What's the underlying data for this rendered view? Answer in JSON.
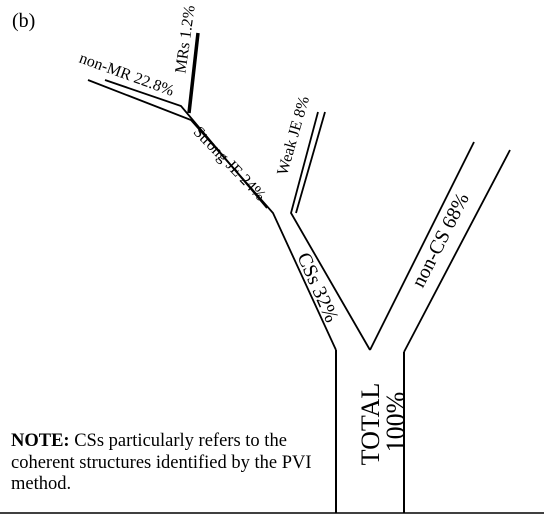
{
  "panel_label": "(b)",
  "branches": {
    "total": {
      "label": "TOTAL",
      "value": "100%"
    },
    "non_cs": {
      "label": "non-CS 68%"
    },
    "css": {
      "label": "CSs 32%"
    },
    "weak_je": {
      "label": "Weak JE  8%"
    },
    "strong_je": {
      "label": "Strong JE 24%"
    },
    "non_mr": {
      "label": "non-MR 22.8%"
    },
    "mrs": {
      "label": "MRs 1.2%"
    }
  },
  "note": {
    "heading": "NOTE:",
    "text": " CSs particularly refers to the coherent structures identified by the PVI method."
  }
}
